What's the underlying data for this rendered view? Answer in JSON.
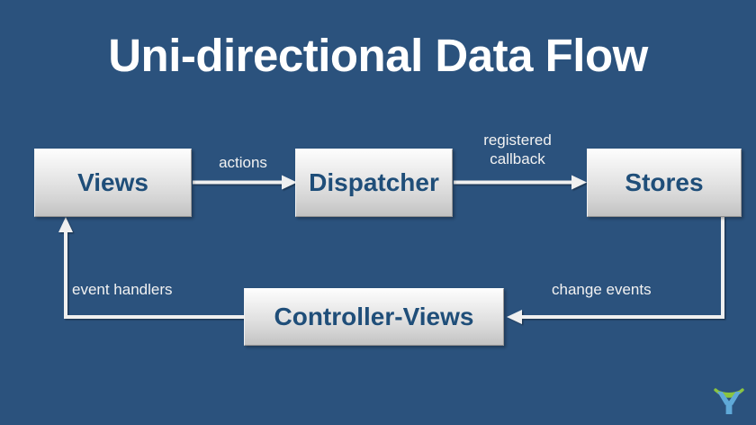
{
  "slide": {
    "title": "Uni-directional Data Flow",
    "background_color": "#2b527d",
    "node_text_color": "#1f4e79",
    "label_color": "#f2f2f2",
    "connector_color": "#f0f0f0"
  },
  "nodes": {
    "views": "Views",
    "dispatcher": "Dispatcher",
    "stores": "Stores",
    "controller_views": "Controller-Views"
  },
  "edge_labels": {
    "actions": "actions",
    "registered_callback": "registered\ncallback",
    "event_handlers": "event handlers",
    "change_events": "change events"
  },
  "logo": {
    "name": "person-arc-logo",
    "arc_color": "#8bc53f",
    "figure_color": "#5fa9d8"
  }
}
